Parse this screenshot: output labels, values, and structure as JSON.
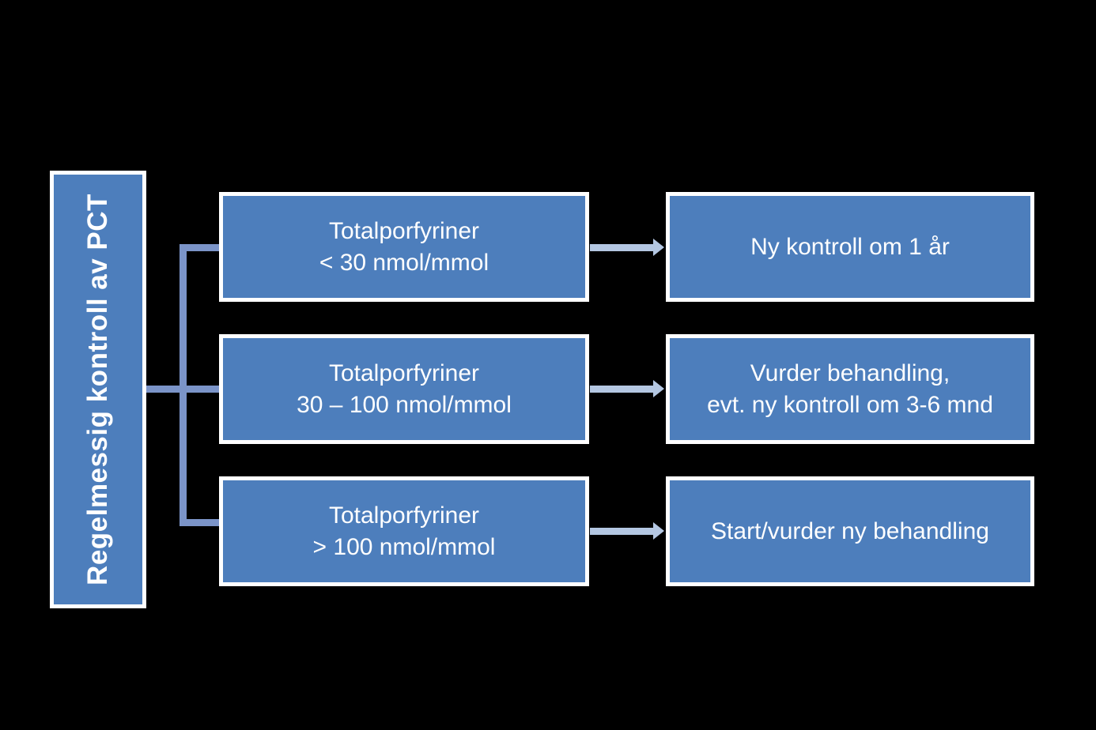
{
  "diagram": {
    "background_color": "#000000",
    "box_fill_color": "#4d7ebc",
    "box_border_color": "#ffffff",
    "elbow_connector_color": "#7b94c8",
    "arrow_color": "#b4c7e2",
    "text_color": "#ffffff",
    "root": {
      "label": "Regelmessig kontroll av PCT"
    },
    "rows": [
      {
        "condition": "Totalporfyriner\n< 30 nmol/mmol",
        "outcome": "Ny kontroll om 1 år"
      },
      {
        "condition": "Totalporfyriner\n30 – 100 nmol/mmol",
        "outcome": "Vurder behandling,\nevt. ny kontroll om 3-6 mnd"
      },
      {
        "condition": "Totalporfyriner\n> 100 nmol/mmol",
        "outcome": "Start/vurder ny behandling"
      }
    ]
  }
}
